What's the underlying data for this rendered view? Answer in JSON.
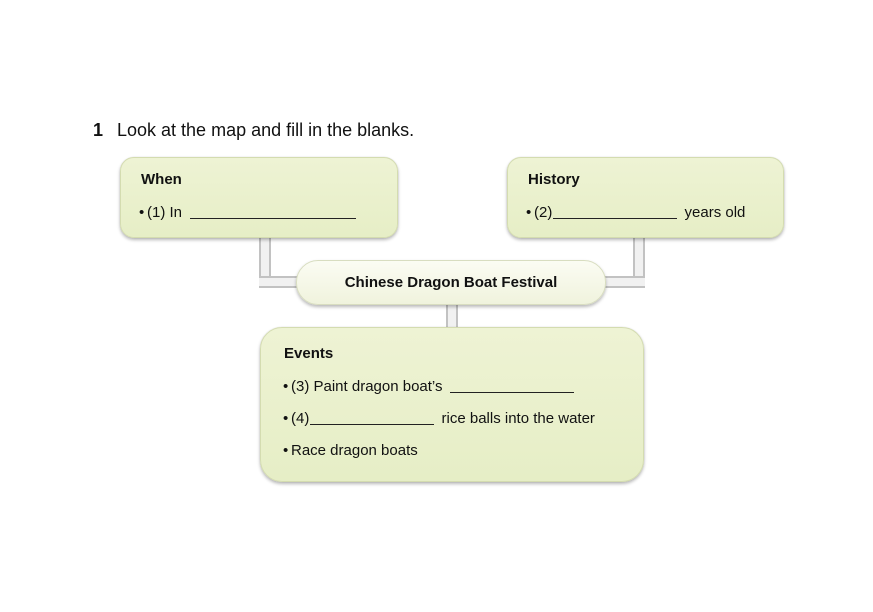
{
  "instruction": {
    "number": "1",
    "text": "Look at the map and fill in the blanks."
  },
  "center": {
    "title": "Chinese Dragon Boat Festival"
  },
  "when": {
    "heading": "When",
    "items": [
      {
        "bullet": "•",
        "before": "(1) In",
        "after": ""
      }
    ]
  },
  "history": {
    "heading": "History",
    "items": [
      {
        "bullet": "•",
        "before": "(2)",
        "after": "years old"
      }
    ]
  },
  "events": {
    "heading": "Events",
    "items": [
      {
        "bullet": "•",
        "before": "(3) Paint dragon boat’s",
        "after": ""
      },
      {
        "bullet": "•",
        "before": "(4)",
        "after": "rice balls into the water"
      },
      {
        "bullet": "•",
        "before": "Race dragon boats",
        "after": ""
      }
    ]
  }
}
